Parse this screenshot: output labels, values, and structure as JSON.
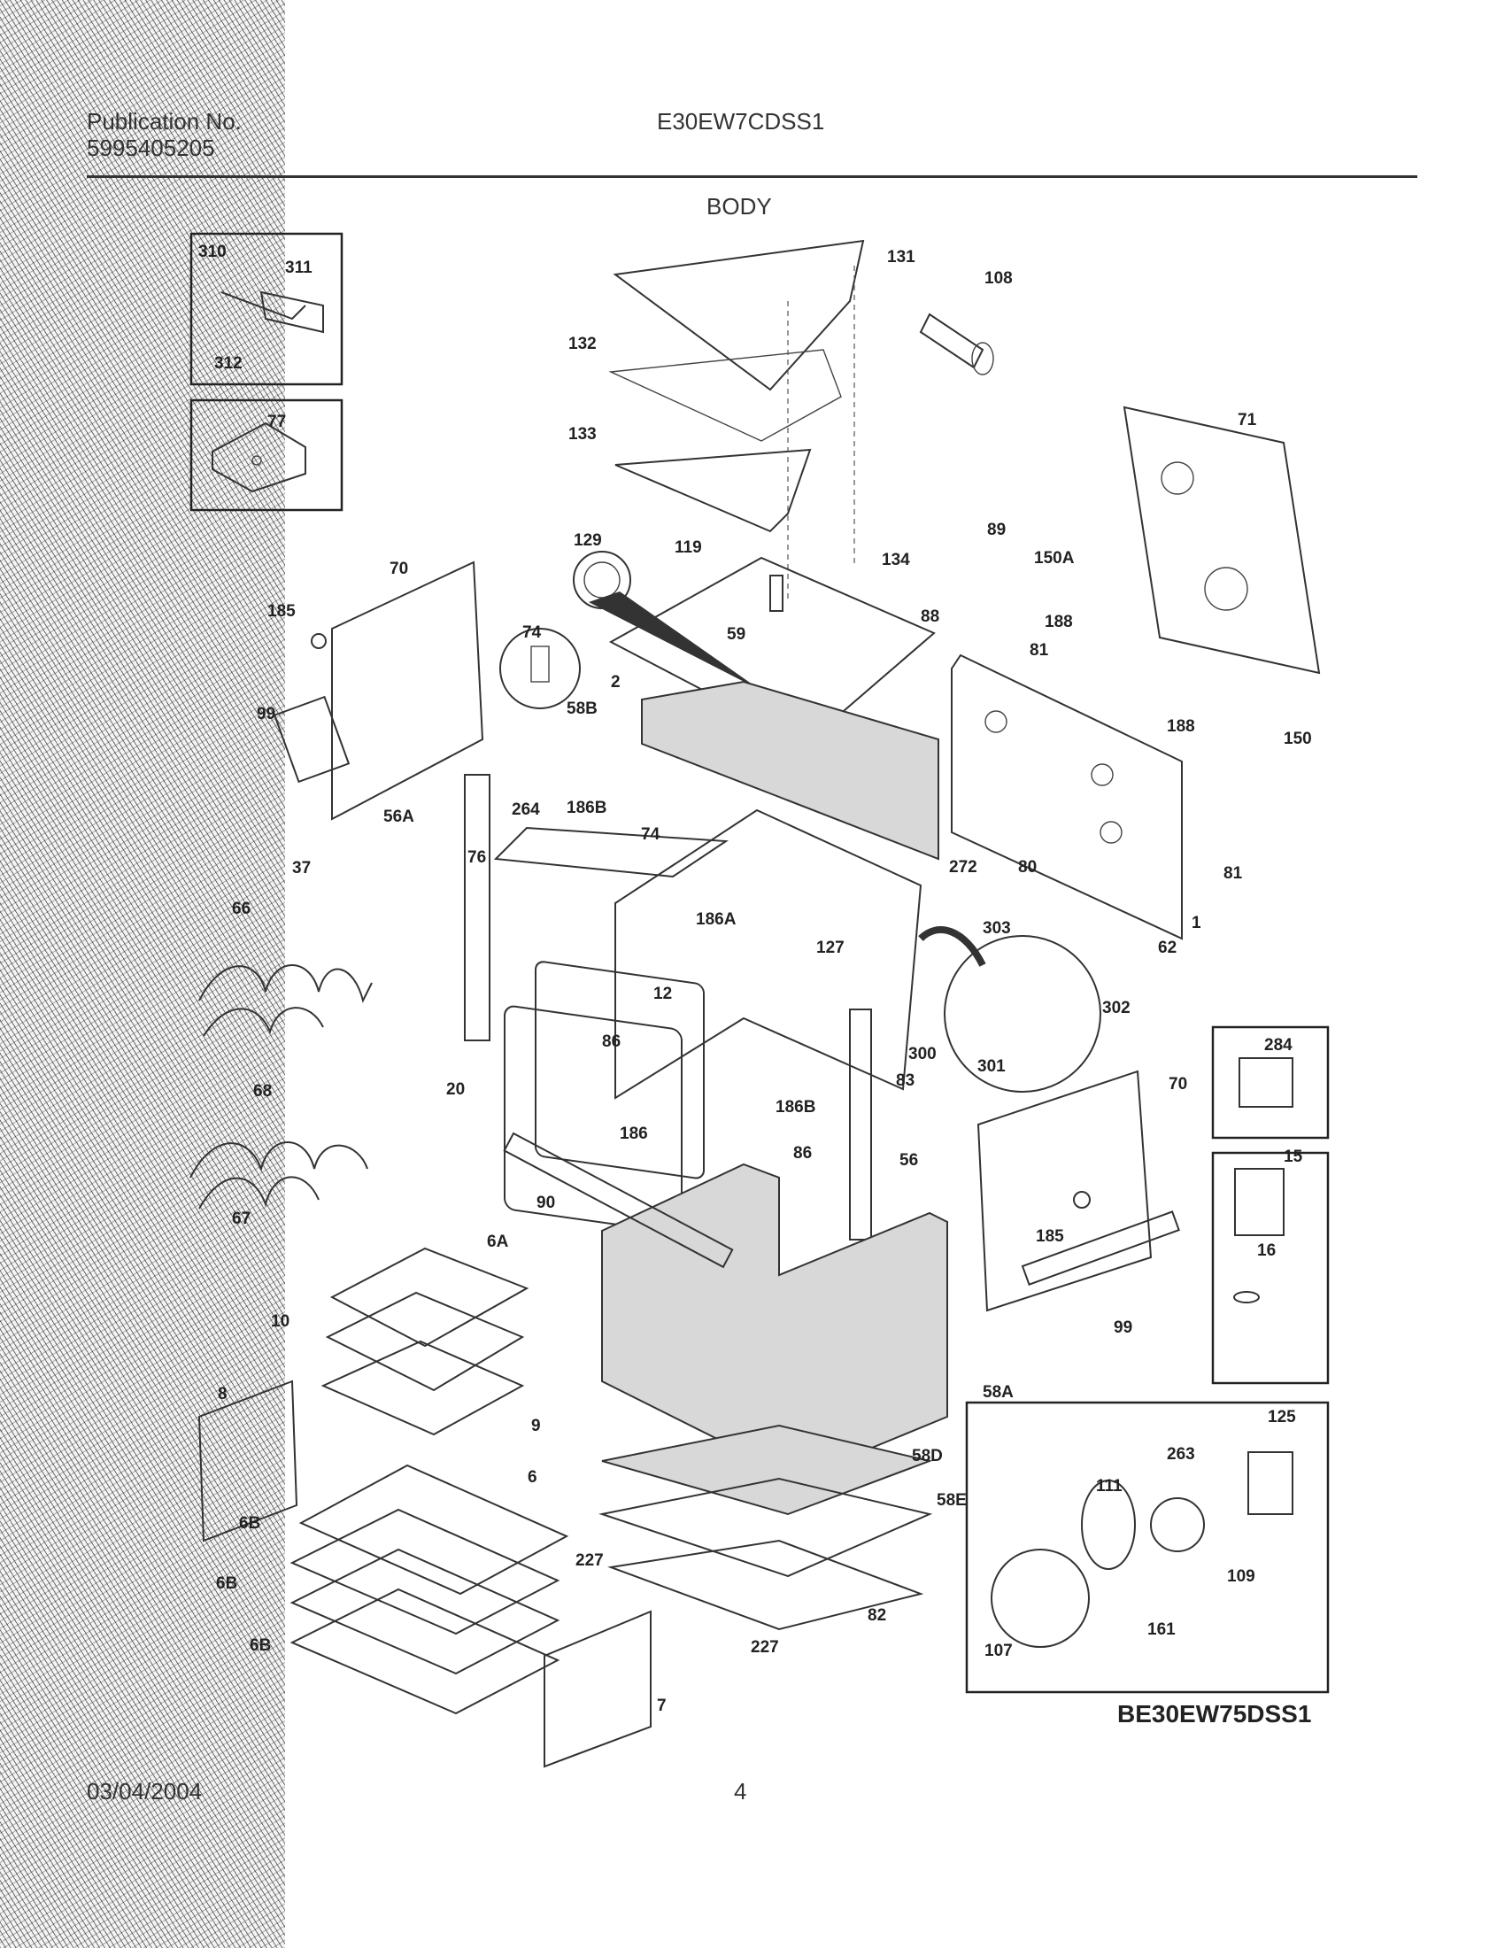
{
  "header": {
    "publication_label": "Publication No.",
    "publication_number": "5995405205",
    "model": "E30EW7CDSS1"
  },
  "section_title": "BODY",
  "footer": {
    "date": "03/04/2004",
    "page": "4"
  },
  "reference_model": "BE30EW75DSS1",
  "parts": {
    "p1": "1",
    "p2": "2",
    "p6": "6",
    "p6A": "6A",
    "p6B_1": "6B",
    "p6B_2": "6B",
    "p6B_3": "6B",
    "p7": "7",
    "p8": "8",
    "p9": "9",
    "p10": "10",
    "p12": "12",
    "p15": "15",
    "p16": "16",
    "p20": "20",
    "p37": "37",
    "p56": "56",
    "p56A": "56A",
    "p58A": "58A",
    "p58B": "58B",
    "p58D": "58D",
    "p58E": "58E",
    "p59": "59",
    "p62": "62",
    "p66": "66",
    "p67": "67",
    "p68": "68",
    "p70_l": "70",
    "p70_r": "70",
    "p71": "71",
    "p74_a": "74",
    "p74_b": "74",
    "p76": "76",
    "p77": "77",
    "p80": "80",
    "p81_a": "81",
    "p81_b": "81",
    "p82": "82",
    "p83": "83",
    "p86_a": "86",
    "p86_b": "86",
    "p88": "88",
    "p89": "89",
    "p90": "90",
    "p99_l": "99",
    "p99_r": "99",
    "p107": "107",
    "p108": "108",
    "p109": "109",
    "p111": "111",
    "p119": "119",
    "p125": "125",
    "p127": "127",
    "p129": "129",
    "p131": "131",
    "p132": "132",
    "p133": "133",
    "p134": "134",
    "p150": "150",
    "p150A": "150A",
    "p161": "161",
    "p185_a": "185",
    "p185_b": "185",
    "p186": "186",
    "p186A": "186A",
    "p186B_a": "186B",
    "p186B_b": "186B",
    "p188_a": "188",
    "p188_b": "188",
    "p227_a": "227",
    "p227_b": "227",
    "p263": "263",
    "p264": "264",
    "p272": "272",
    "p284": "284",
    "p300": "300",
    "p301": "301",
    "p302": "302",
    "p303": "303",
    "p310": "310",
    "p311": "311",
    "p312": "312"
  }
}
